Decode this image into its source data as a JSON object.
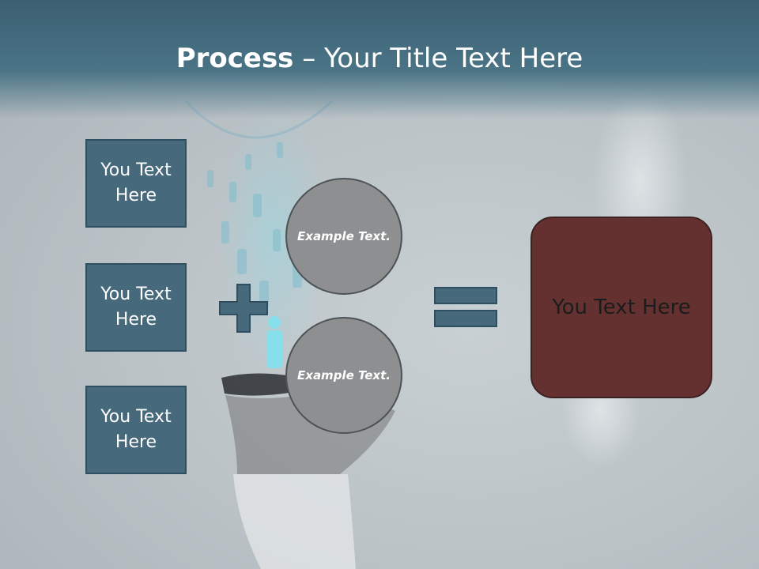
{
  "title": {
    "bold": "Process",
    "rest": " – Your Title Text Here"
  },
  "boxes": [
    {
      "label": "You Text Here"
    },
    {
      "label": "You Text Here"
    },
    {
      "label": "You Text Here"
    }
  ],
  "circles": [
    {
      "label": "Example Text."
    },
    {
      "label": "Example Text."
    }
  ],
  "result": {
    "label": "You Text Here"
  },
  "colors": {
    "accent": "#46697c",
    "accent_border": "#2f4f60",
    "result_fill": "#653030",
    "circle_fill": "#8d8f91",
    "title_band": "#4a7486"
  },
  "icons": {
    "plus": "plus-icon",
    "equals": "equals-icon"
  }
}
